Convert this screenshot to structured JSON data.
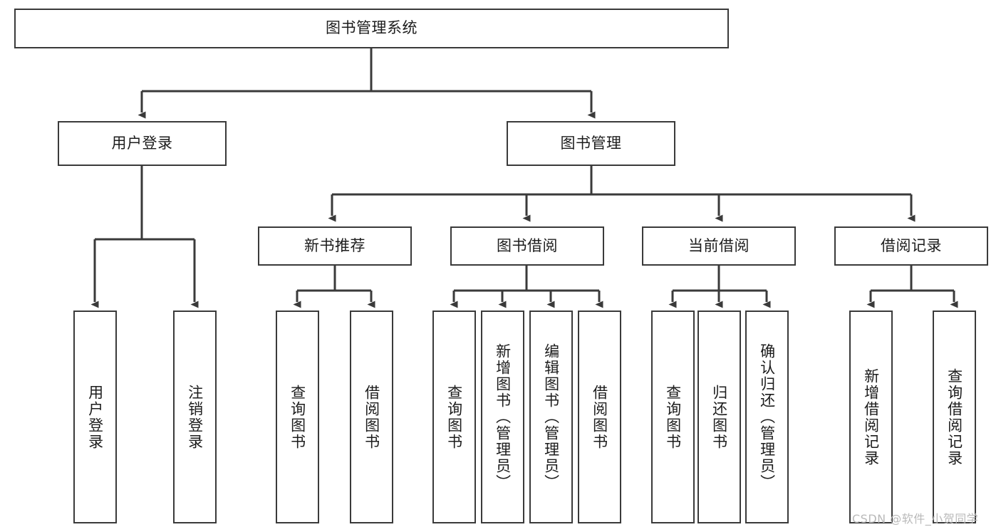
{
  "diagram": {
    "type": "tree-hierarchy",
    "title": "图书管理系统",
    "watermark": "CSDN @软件_小贺同学",
    "colors": {
      "stroke": "#3a3a3a",
      "fill": "#ffffff",
      "text": "#1c1c1c",
      "watermark": "#b9b9b9"
    },
    "root": {
      "label": "图书管理系统",
      "children": [
        {
          "label": "用户登录",
          "children": [
            {
              "label": "用户登录"
            },
            {
              "label": "注销登录"
            }
          ]
        },
        {
          "label": "图书管理",
          "children": [
            {
              "label": "新书推荐",
              "children": [
                {
                  "label": "查询图书"
                },
                {
                  "label": "借阅图书"
                }
              ]
            },
            {
              "label": "图书借阅",
              "children": [
                {
                  "label": "查询图书"
                },
                {
                  "label": "新增图书（管理员）"
                },
                {
                  "label": "编辑图书（管理员）"
                },
                {
                  "label": "借阅图书"
                }
              ]
            },
            {
              "label": "当前借阅",
              "children": [
                {
                  "label": "查询图书"
                },
                {
                  "label": "归还图书"
                },
                {
                  "label": "确认归还（管理员）"
                }
              ]
            },
            {
              "label": "借阅记录",
              "children": [
                {
                  "label": "新增借阅记录"
                },
                {
                  "label": "查询借阅记录"
                }
              ]
            }
          ]
        }
      ]
    },
    "nodes": {
      "root": "图书管理系统",
      "user_login": "用户登录",
      "book_mgmt": "图书管理",
      "new_book_rec": "新书推荐",
      "book_borrow": "图书借阅",
      "current_borrow": "当前借阅",
      "borrow_record": "借阅记录",
      "leaf_user_login": "用户登录",
      "leaf_logout": "注销登录",
      "leaf_nbr_query": "查询图书",
      "leaf_nbr_borrow": "借阅图书",
      "leaf_bb_query": "查询图书",
      "leaf_bb_add": "新增图书（管理员）",
      "leaf_bb_edit": "编辑图书（管理员）",
      "leaf_bb_borrow": "借阅图书",
      "leaf_cb_query": "查询图书",
      "leaf_cb_return": "归还图书",
      "leaf_cb_confirm": "确认归还（管理员）",
      "leaf_br_add": "新增借阅记录",
      "leaf_br_query": "查询借阅记录"
    }
  }
}
